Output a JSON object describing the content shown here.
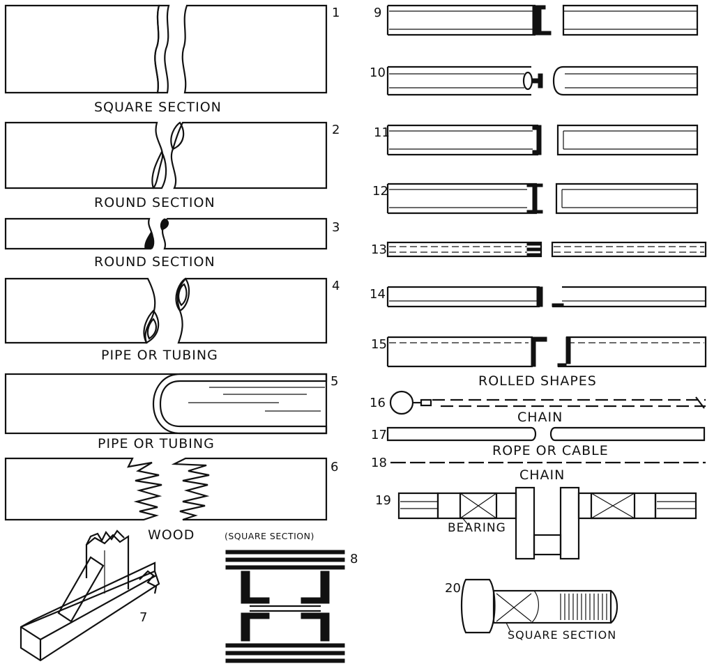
{
  "figure": {
    "numbers": [
      "1",
      "2",
      "3",
      "4",
      "5",
      "6",
      "7",
      "8",
      "9",
      "10",
      "11",
      "12",
      "13",
      "14",
      "15",
      "16",
      "17",
      "18",
      "19",
      "20"
    ],
    "labels": {
      "square_section": "SQUARE SECTION",
      "round_section_2": "ROUND  SECTION",
      "round_section_3": "ROUND    SECTION",
      "pipe_tubing_4": "PIPE OR TUBING",
      "pipe_tubing_5": "PIPE OR TUBING",
      "wood_main": "WOOD",
      "wood_sub": "(SQUARE SECTION)",
      "rolled_shapes": "ROLLED SHAPES",
      "chain_16": "CHAIN",
      "rope_cable": "ROPE OR CABLE",
      "chain_18": "CHAIN",
      "bearing": "BEARING",
      "square_section_20": "SQUARE SECTION"
    }
  }
}
